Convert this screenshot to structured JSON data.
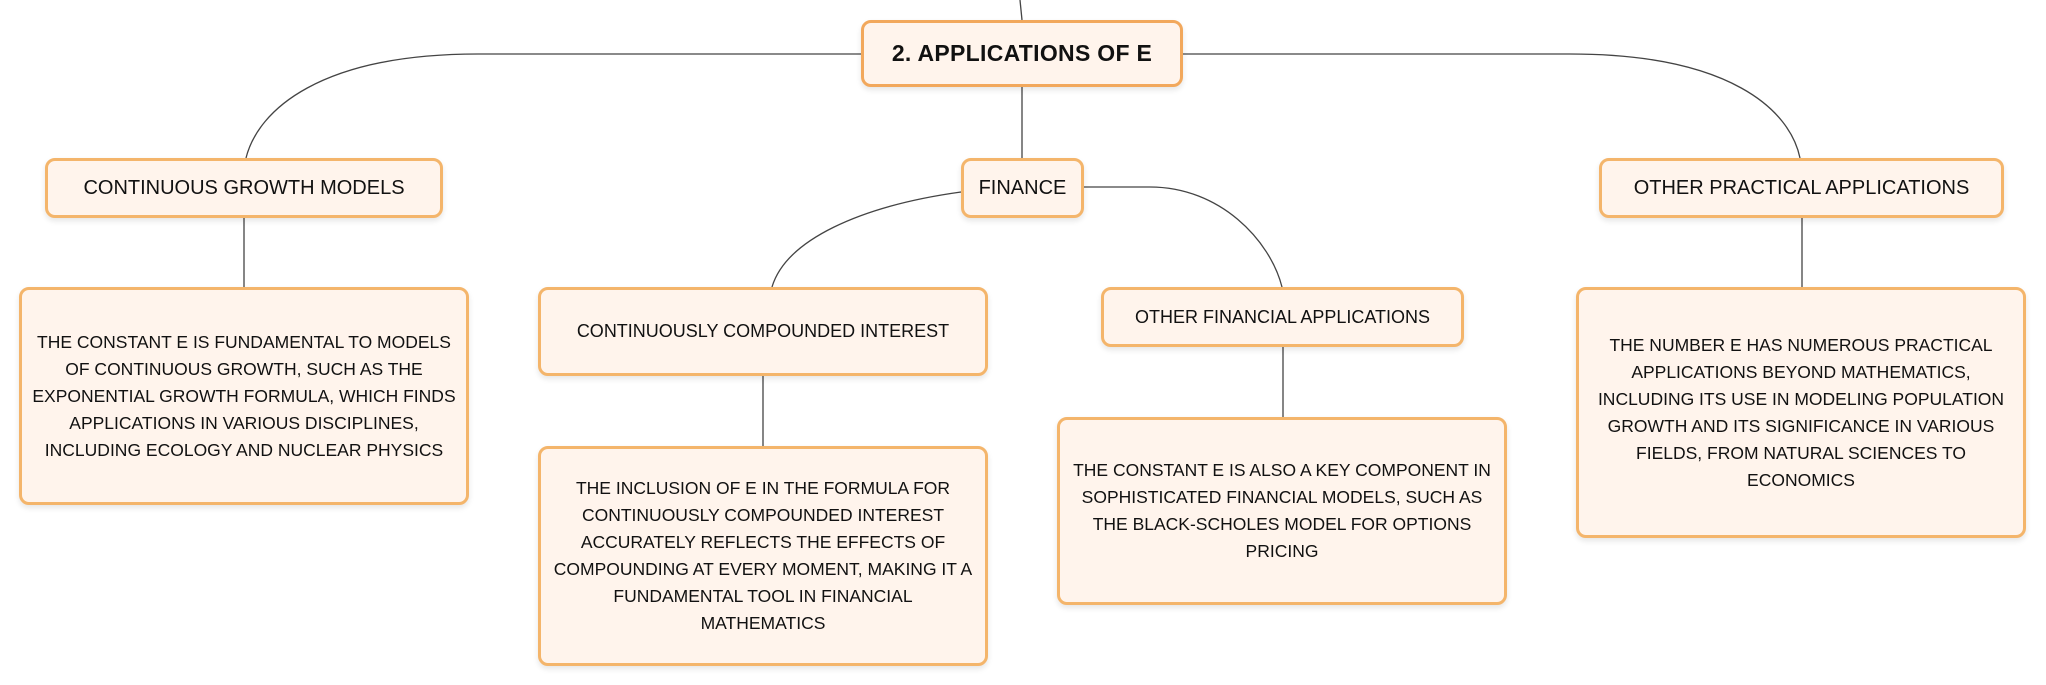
{
  "diagram": {
    "root": {
      "label": "2. APPLICATIONS OF E"
    },
    "branches": [
      {
        "label": "CONTINUOUS GROWTH MODELS",
        "children": [
          {
            "label": "THE CONSTANT E IS FUNDAMENTAL TO MODELS OF CONTINUOUS GROWTH, SUCH AS THE EXPONENTIAL GROWTH FORMULA, WHICH FINDS APPLICATIONS IN VARIOUS DISCIPLINES, INCLUDING ECOLOGY AND NUCLEAR PHYSICS"
          }
        ]
      },
      {
        "label": "FINANCE",
        "children": [
          {
            "label": "CONTINUOUSLY COMPOUNDED INTEREST",
            "detail": "THE INCLUSION OF E IN THE FORMULA FOR CONTINUOUSLY COMPOUNDED INTEREST ACCURATELY REFLECTS THE EFFECTS OF COMPOUNDING AT EVERY MOMENT, MAKING IT A FUNDAMENTAL TOOL IN FINANCIAL MATHEMATICS"
          },
          {
            "label": "OTHER FINANCIAL APPLICATIONS",
            "detail": "THE CONSTANT E IS ALSO A KEY COMPONENT IN SOPHISTICATED FINANCIAL MODELS, SUCH AS THE BLACK-SCHOLES MODEL FOR OPTIONS PRICING"
          }
        ]
      },
      {
        "label": "OTHER PRACTICAL APPLICATIONS",
        "children": [
          {
            "label": "THE NUMBER E HAS NUMEROUS PRACTICAL APPLICATIONS BEYOND MATHEMATICS, INCLUDING ITS USE IN MODELING POPULATION GROWTH AND ITS SIGNIFICANCE IN VARIOUS FIELDS, FROM NATURAL SCIENCES TO ECONOMICS"
          }
        ]
      }
    ]
  },
  "colors": {
    "node_border": "#f4b56b",
    "node_fill": "#fff4ec",
    "connector": "#444444"
  }
}
